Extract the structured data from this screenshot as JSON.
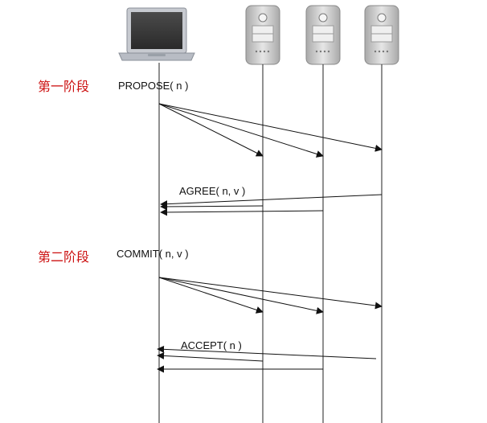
{
  "phases": [
    {
      "id": "phase1",
      "label": "第一阶段"
    },
    {
      "id": "phase2",
      "label": "第二阶段"
    }
  ],
  "messages": {
    "propose": "PROPOSE( n )",
    "agree": "AGREE( n, v )",
    "commit": "COMMIT( n, v )",
    "accept": "ACCEPT( n )"
  },
  "participants": [
    {
      "id": "client",
      "icon": "laptop-icon"
    },
    {
      "id": "server-1",
      "icon": "server-tower-icon"
    },
    {
      "id": "server-2",
      "icon": "server-tower-icon"
    },
    {
      "id": "server-3",
      "icon": "server-tower-icon"
    }
  ],
  "colors": {
    "phase_label": "#cc1111",
    "line": "#111111",
    "laptop_screen": "#3a3a3a",
    "laptop_body": "#b8bcc4",
    "server_body": "#d8d8d8"
  }
}
